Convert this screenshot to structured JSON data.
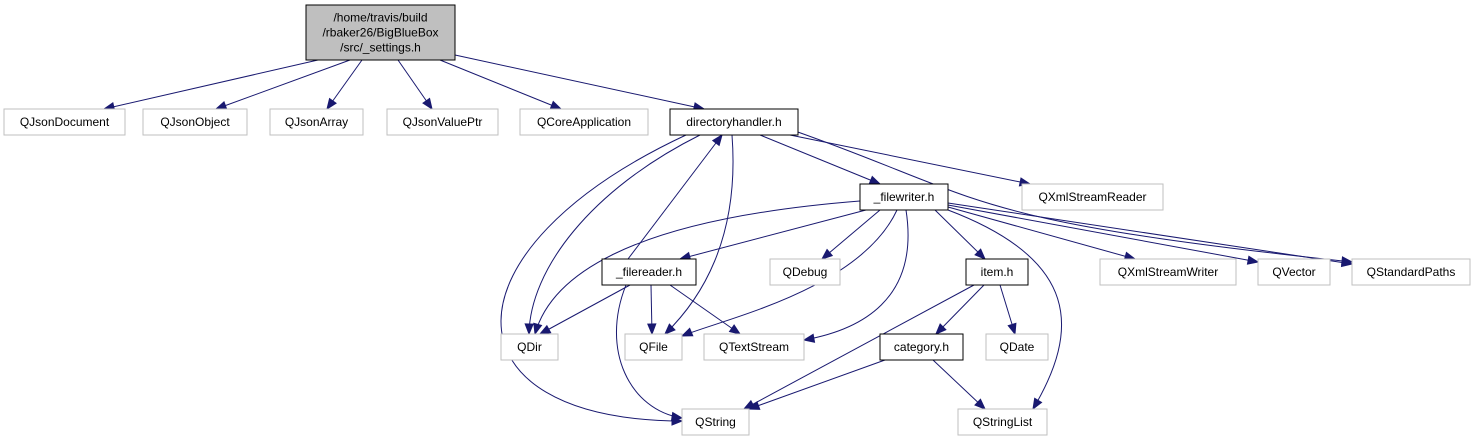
{
  "colors": {
    "edge": "#191970",
    "root_fill": "#bfbfbf",
    "local_border": "#000000",
    "external_border": "#bfbfbf",
    "node_fill": "#ffffff"
  },
  "nodes": {
    "settings": {
      "lines": [
        "/home/travis/build",
        "/rbaker26/BigBlueBox",
        "/src/_settings.h"
      ],
      "kind": "root"
    },
    "qjsondocument": {
      "lines": [
        "QJsonDocument"
      ],
      "kind": "external"
    },
    "qjsonobject": {
      "lines": [
        "QJsonObject"
      ],
      "kind": "external"
    },
    "qjsonarray": {
      "lines": [
        "QJsonArray"
      ],
      "kind": "external"
    },
    "qjsonvalueptr": {
      "lines": [
        "QJsonValuePtr"
      ],
      "kind": "external"
    },
    "qcoreapplication": {
      "lines": [
        "QCoreApplication"
      ],
      "kind": "external"
    },
    "directoryhandler": {
      "lines": [
        "directoryhandler.h"
      ],
      "kind": "local"
    },
    "filewriter": {
      "lines": [
        "_filewriter.h"
      ],
      "kind": "local"
    },
    "qxmlstreamreader": {
      "lines": [
        "QXmlStreamReader"
      ],
      "kind": "external"
    },
    "filereader": {
      "lines": [
        "_filereader.h"
      ],
      "kind": "local"
    },
    "qdebug": {
      "lines": [
        "QDebug"
      ],
      "kind": "external"
    },
    "item": {
      "lines": [
        "item.h"
      ],
      "kind": "local"
    },
    "qxmlstreamwriter": {
      "lines": [
        "QXmlStreamWriter"
      ],
      "kind": "external"
    },
    "qvector": {
      "lines": [
        "QVector"
      ],
      "kind": "external"
    },
    "qstandardpaths": {
      "lines": [
        "QStandardPaths"
      ],
      "kind": "external"
    },
    "qdir": {
      "lines": [
        "QDir"
      ],
      "kind": "external"
    },
    "qfile": {
      "lines": [
        "QFile"
      ],
      "kind": "external"
    },
    "qtextstream": {
      "lines": [
        "QTextStream"
      ],
      "kind": "external"
    },
    "category": {
      "lines": [
        "category.h"
      ],
      "kind": "local"
    },
    "qdate": {
      "lines": [
        "QDate"
      ],
      "kind": "external"
    },
    "qstring": {
      "lines": [
        "QString"
      ],
      "kind": "external"
    },
    "qstringlist": {
      "lines": [
        "QStringList"
      ],
      "kind": "external"
    }
  },
  "edges": [
    [
      "settings",
      "qjsondocument"
    ],
    [
      "settings",
      "qjsonobject"
    ],
    [
      "settings",
      "qjsonarray"
    ],
    [
      "settings",
      "qjsonvalueptr"
    ],
    [
      "settings",
      "qcoreapplication"
    ],
    [
      "settings",
      "directoryhandler"
    ],
    [
      "directoryhandler",
      "filewriter"
    ],
    [
      "directoryhandler",
      "qxmlstreamreader"
    ],
    [
      "directoryhandler",
      "qstandardpaths"
    ],
    [
      "directoryhandler",
      "qdir"
    ],
    [
      "directoryhandler",
      "qfile"
    ],
    [
      "directoryhandler",
      "qstring"
    ],
    [
      "filewriter",
      "filereader"
    ],
    [
      "filewriter",
      "qdebug"
    ],
    [
      "filewriter",
      "item"
    ],
    [
      "filewriter",
      "qxmlstreamwriter"
    ],
    [
      "filewriter",
      "qvector"
    ],
    [
      "filewriter",
      "qstandardpaths"
    ],
    [
      "filewriter",
      "qdir"
    ],
    [
      "filewriter",
      "qfile"
    ],
    [
      "filewriter",
      "qtextstream"
    ],
    [
      "filewriter",
      "qstringlist"
    ],
    [
      "filereader",
      "directoryhandler"
    ],
    [
      "filereader",
      "qdir"
    ],
    [
      "filereader",
      "qfile"
    ],
    [
      "filereader",
      "qtextstream"
    ],
    [
      "filereader",
      "qstring"
    ],
    [
      "item",
      "category"
    ],
    [
      "item",
      "qdate"
    ],
    [
      "item",
      "qstring"
    ],
    [
      "item",
      "qstringlist"
    ],
    [
      "category",
      "qstring"
    ],
    [
      "category",
      "qstringlist"
    ]
  ]
}
